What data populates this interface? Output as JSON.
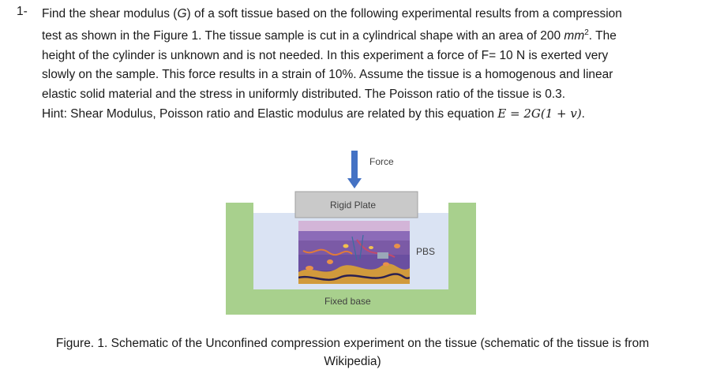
{
  "question": {
    "number": "1-",
    "lines": [
      [
        "Find the shear modulus (",
        "G",
        ") of a soft tissue based on the following experimental results from a compression"
      ],
      [
        "test as shown in the Figure 1. The tissue sample is cut in a cylindrical shape with an area of 200 ",
        "mm",
        "2",
        ". The"
      ],
      [
        "height of the cylinder is unknown and is not needed. In this experiment a force of F= 10 N is exerted very"
      ],
      [
        "slowly on the sample. This force results in a strain of 10%.  Assume the tissue is a homogenous and linear"
      ],
      [
        "elastic solid material and the stress in uniformly distributed. The Poisson ratio of the tissue is 0.3."
      ],
      [
        "Hint: Shear Modulus, Poisson ratio and Elastic modulus are related by this equation ",
        "E = 2G(1 + v)",
        "."
      ]
    ]
  },
  "figure": {
    "force_label": "Force",
    "plate_label": "Rigid Plate",
    "pbs_label": "PBS",
    "base_label": "Fixed base",
    "colors": {
      "container": "#a8d08d",
      "fluid": "#dae3f3",
      "plate": "#c9c9c9",
      "arrow": "#4472c4",
      "tissue": "#7b5aa6"
    }
  },
  "caption": {
    "line1": "Figure. 1. Schematic of the Unconfined compression experiment on the tissue (schematic of the tissue is from",
    "line2": "Wikipedia)"
  }
}
